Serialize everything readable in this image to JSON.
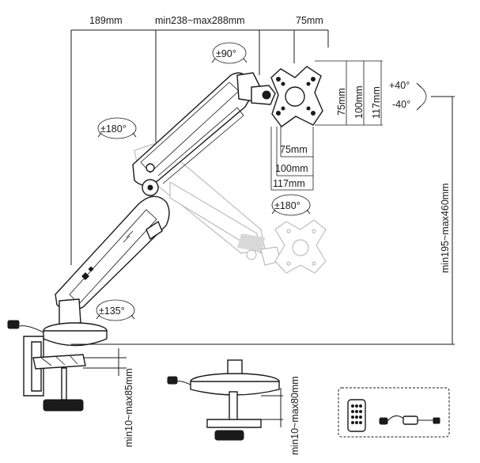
{
  "dimensions": {
    "top_left": "189mm",
    "top_mid": "min238~max288mm",
    "top_right": "75mm",
    "vesa_h_75": "75mm",
    "vesa_h_100": "100mm",
    "vesa_h_117": "117mm",
    "vesa_v_75": "75mm",
    "vesa_v_100": "100mm",
    "vesa_v_117": "117mm",
    "height": "min195~max460mm",
    "clamp_1": "min10~max85mm",
    "clamp_2": "min10~max80mm"
  },
  "rotations": {
    "head_swivel": "±90°",
    "arm_upper": "±180°",
    "arm_ghost": "±180°",
    "arm_base": "±135°",
    "tilt_up": "+40°",
    "tilt_down": "-40°"
  },
  "colors": {
    "line": "#1a1a1a",
    "ghost": "#bdbdbd"
  },
  "icons": [
    "remote-control-icon",
    "power-adapter-icon"
  ]
}
